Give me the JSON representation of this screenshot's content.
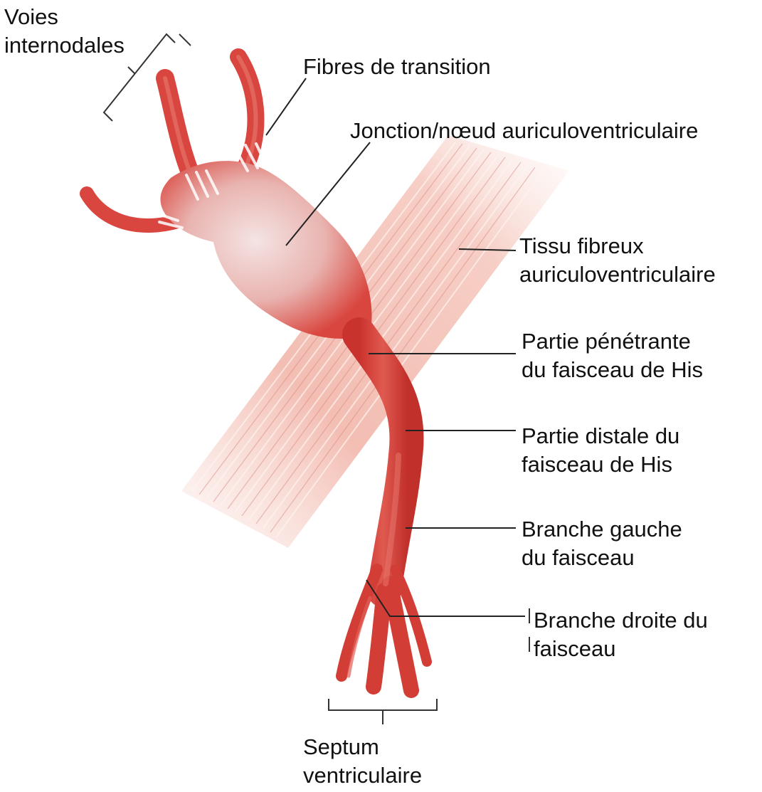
{
  "labels": {
    "voies_internodales": [
      "Voies",
      "internodales"
    ],
    "fibres_transition": [
      "Fibres de transition"
    ],
    "jonction_av": [
      "Jonction/nœud auriculoventriculaire"
    ],
    "tissu_fibreux": [
      "Tissu fibreux",
      "auriculoventriculaire"
    ],
    "partie_penetrante": [
      "Partie pénétrante",
      "du faisceau de His"
    ],
    "partie_distale": [
      "Partie distale du",
      "faisceau de His"
    ],
    "branche_gauche": [
      "Branche gauche",
      "du faisceau"
    ],
    "branche_droite": [
      "Branche droite du",
      "faisceau"
    ],
    "septum": [
      "Septum",
      "ventriculaire"
    ]
  },
  "colors": {
    "conduction_red": "#d9463f",
    "conduction_dark": "#b8302c",
    "node_highlight": "#f3dede",
    "fibrous_tissue": "#f1b7ab",
    "leader_line": "#222222"
  }
}
